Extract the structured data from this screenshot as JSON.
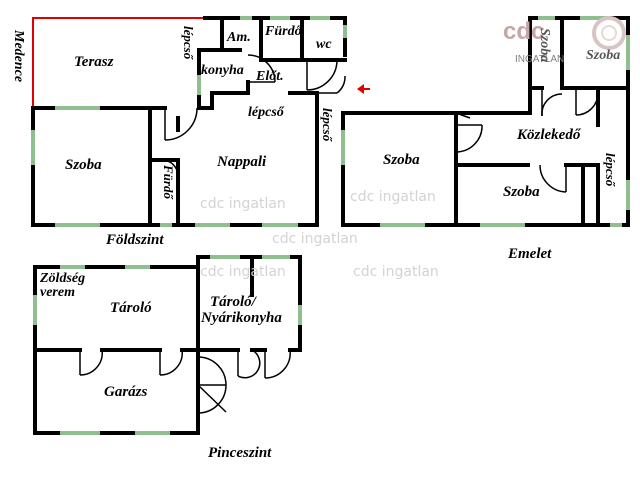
{
  "labels": {
    "medence": "Medence",
    "terasz": "Terasz",
    "lepcso": "lépcső",
    "am": "Am.",
    "konyha": "konyha",
    "furdo": "Fürdő",
    "wc": "wc",
    "eloter": "Előt.",
    "szoba": "Szoba",
    "furdo_small": "Fürdő",
    "nappali": "Nappali",
    "foldszint": "Földszint",
    "kozlekedo": "Közlekedő",
    "emelet": "Emelet",
    "zoldseg": "Zöldség",
    "verem": "verem",
    "tarolo": "Tároló",
    "tarolo_slash": "Tároló/",
    "nyarikonyha": "Nyárikonyha",
    "garazs": "Garázs",
    "pinceszint": "Pinceszint"
  },
  "watermark": "cdc ingatlan",
  "logo": {
    "mark": "cdc",
    "name": "INGATLAN"
  },
  "colors": {
    "wall": "#000000",
    "window": "#8fbf8f",
    "pool_edge": "#e00000",
    "arrow": "#e00000",
    "watermark": "#d3d3d3"
  }
}
